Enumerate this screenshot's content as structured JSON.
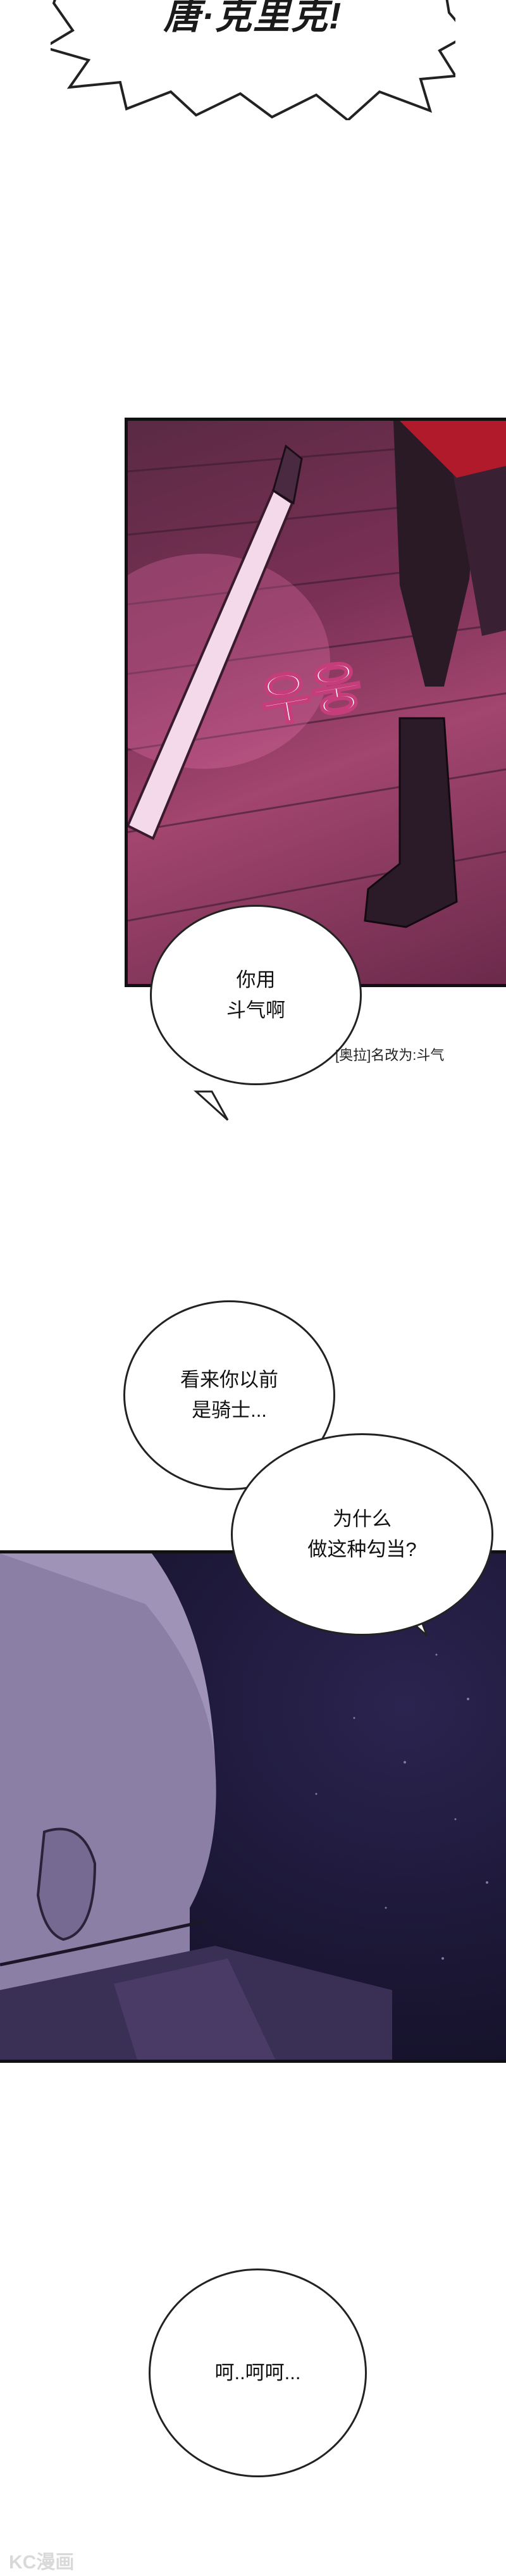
{
  "shout": {
    "text": "唐·克里克!"
  },
  "panel_sword": {
    "sfx": "우웅"
  },
  "bubbles": {
    "b1": "你用\n斗气啊",
    "b2": "看来你以前\n是骑士...",
    "b3": "为什么\n做这种勾当?",
    "b4": "呵..呵呵..."
  },
  "caption": {
    "text": "[奥拉]名改为:斗气"
  },
  "watermark": {
    "text": "KC漫画"
  },
  "colors": {
    "panel1": "#a2456f",
    "panel2": "#1a1633",
    "ink": "#111111"
  }
}
